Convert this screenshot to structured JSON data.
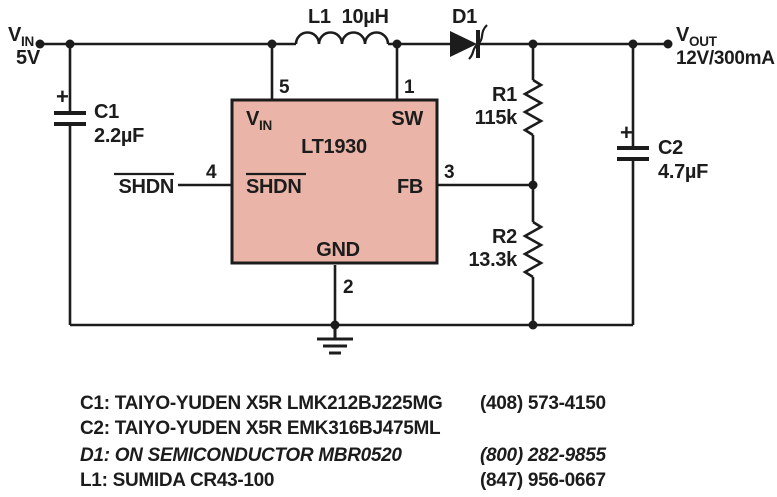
{
  "terminals": {
    "vin": {
      "name": "V",
      "sub": "IN",
      "value": "5V"
    },
    "vout": {
      "name": "V",
      "sub": "OUT",
      "value": "12V/300mA"
    }
  },
  "ic": {
    "part": "LT1930",
    "pins": {
      "vin": {
        "num": "5",
        "label": "V",
        "sub": "IN"
      },
      "sw": {
        "num": "1",
        "label": "SW"
      },
      "shdn": {
        "num": "4",
        "label": "SHDN"
      },
      "fb": {
        "num": "3",
        "label": "FB"
      },
      "gnd": {
        "num": "2",
        "label": "GND"
      }
    }
  },
  "components": {
    "l1": {
      "ref": "L1",
      "value": "10µH"
    },
    "d1": {
      "ref": "D1"
    },
    "c1": {
      "ref": "C1",
      "value": "2.2µF",
      "polarity": "+"
    },
    "c2": {
      "ref": "C2",
      "value": "4.7µF",
      "polarity": "+"
    },
    "r1": {
      "ref": "R1",
      "value": "115k"
    },
    "r2": {
      "ref": "R2",
      "value": "13.3k"
    },
    "shdn_input": {
      "label": "SHDN"
    }
  },
  "parts_list": [
    {
      "text": "C1: TAIYO-YUDEN X5R LMK212BJ225MG",
      "phone": "(408) 573-4150"
    },
    {
      "text": "C2: TAIYO-YUDEN X5R EMK316BJ475ML",
      "phone": ""
    },
    {
      "text": "D1: ON SEMICONDUCTOR MBR0520",
      "phone": "(800) 282-9855"
    },
    {
      "text": "L1: SUMIDA CR43-100",
      "phone": "(847) 956-0667"
    }
  ],
  "colors": {
    "ic_fill": "#eab5a8",
    "line": "#1c1c1c",
    "background": "#ffffff"
  }
}
